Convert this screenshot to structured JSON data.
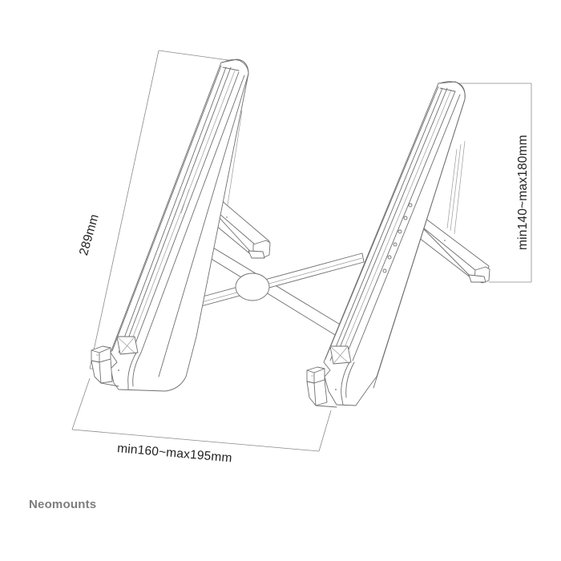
{
  "figure": {
    "subject": "Foldable laptop stand technical line drawing",
    "colors": {
      "background": "#ffffff",
      "line": "#6f6f6f",
      "dimension_line": "#8a8a8a",
      "dimension_text": "#222222",
      "brand_text": "#7d7d7d"
    }
  },
  "dimensions": {
    "length": "289mm",
    "width": "min160~max195mm",
    "height": "min140~max180mm"
  },
  "brand": {
    "name": "Neomounts"
  }
}
